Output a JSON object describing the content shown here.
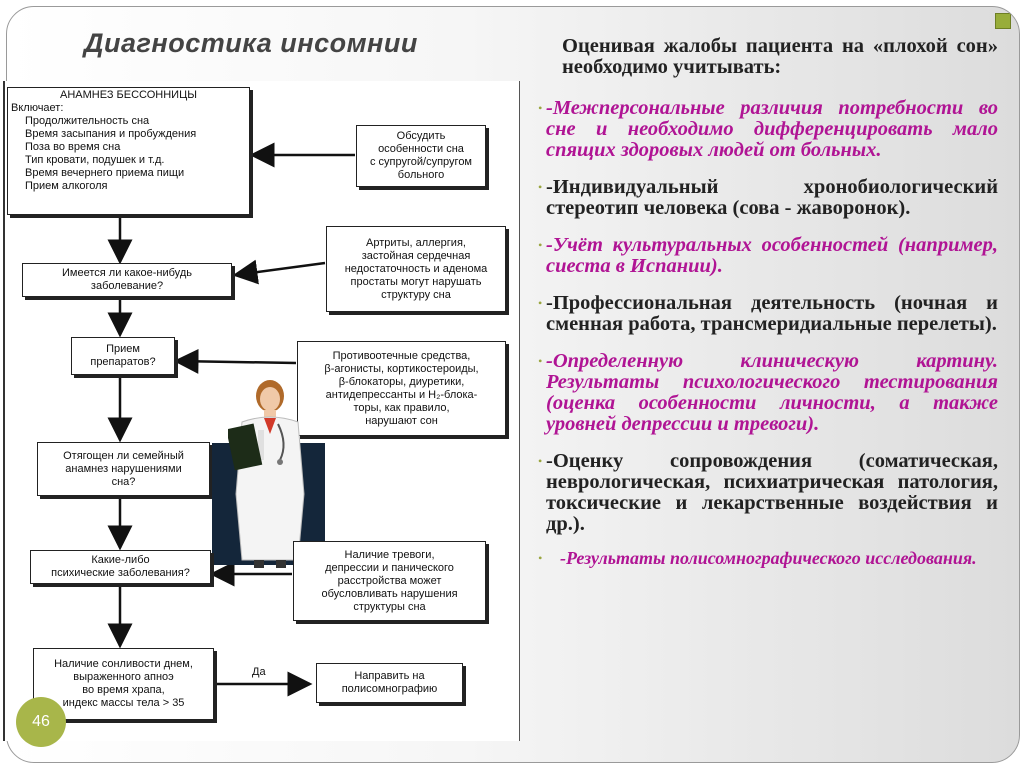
{
  "title": "Диагностика инсомнии",
  "page_number": "46",
  "colors": {
    "accent_text": "#b01494",
    "page_badge": "#a8b64a",
    "bullet": "#9aa640"
  },
  "flowchart": {
    "anamnesis_header": "АНАМНЕЗ БЕССОННИЦЫ",
    "anamnesis_includes": "Включает:",
    "anamnesis_items": [
      "Продолжительность сна",
      "Время засыпания и пробуждения",
      "Поза во время сна",
      "Тип кровати, подушек и т.д.",
      "Время вечернего приема пищи",
      "Прием алкоголя"
    ],
    "discuss": [
      "Обсудить",
      "особенности сна",
      "с супругой/супругом",
      "больного"
    ],
    "disease_q": [
      "Имеется ли какое-нибудь",
      "заболевание?"
    ],
    "arthritis": [
      "Артриты, аллергия,",
      "застойная сердечная",
      "недостаточность и аденома",
      "простаты могут нарушать",
      "структуру сна"
    ],
    "drugs_q": [
      "Прием",
      "препаратов?"
    ],
    "drugs_list": [
      "Противоотечные средства,",
      "β-агонисты, кортикостероиды,",
      "β-блокаторы, диуретики,",
      "антидепрессанты и H₂-блока-",
      "торы, как правило,",
      "нарушают сон"
    ],
    "family_q": [
      "Отягощен ли семейный",
      "анамнез нарушениями",
      "сна?"
    ],
    "mental_q": [
      "Какие-либо",
      "психические заболевания?"
    ],
    "anxiety": [
      "Наличие тревоги,",
      "депрессии и панического",
      "расстройства может",
      "обусловливать нарушения",
      "структуры сна"
    ],
    "sleepiness": [
      "Наличие сонливости днем,",
      "выраженного апноэ",
      "во время храпа,",
      "индекс массы тела > 35"
    ],
    "yes_label": "Да",
    "referral": [
      "Направить на",
      "полисомнографию"
    ]
  },
  "right_panel": {
    "intro": "Оценивая жалобы пациента на «плохой сон» необходимо учитывать:",
    "items": [
      {
        "text": "-Межперсональные различия потребности во сне и необходимо дифференцировать мало спящих здоровых людей от больных.",
        "style": "accent"
      },
      {
        "text": "-Индивидуальный хронобиологический стереотип человека (сова - жаворонок).",
        "style": "normal"
      },
      {
        "text": "-Учёт культуральных особенностей (например, сиеста в Испании).",
        "style": "accent"
      },
      {
        "text": "-Профессиональная деятельность (ночная и сменная работа, трансмеридиальные перелеты).",
        "style": "normal"
      },
      {
        "text": "-Определенную клиническую картину. Результаты психологического тестирования (оценка особенности личности, а также уровней депрессии и тревоги).",
        "style": "accent"
      },
      {
        "text": "-Оценку сопровождения (соматическая, неврологическая, психиатрическая патология, токсические и лекарственные воздействия и др.).",
        "style": "normal"
      },
      {
        "text": "-Результаты полисомнографического исследования.",
        "style": "accent"
      }
    ]
  }
}
